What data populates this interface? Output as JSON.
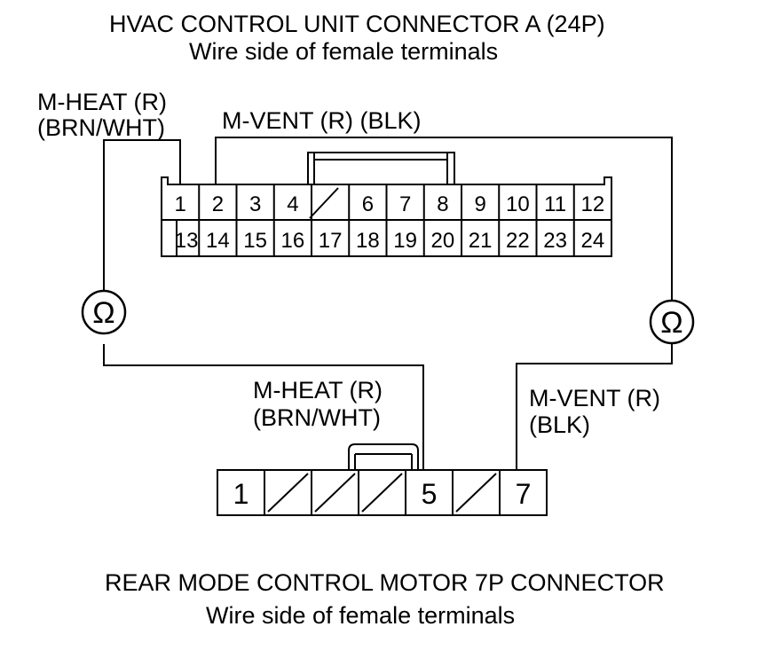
{
  "hvac_connector": {
    "title": "HVAC CONTROL UNIT CONNECTOR A (24P)",
    "subtitle": "Wire side of female terminals",
    "top_row": [
      "1",
      "2",
      "3",
      "4",
      "",
      "6",
      "7",
      "8",
      "9",
      "10",
      "11",
      "12"
    ],
    "bottom_row": [
      "13",
      "14",
      "15",
      "16",
      "17",
      "18",
      "19",
      "20",
      "21",
      "22",
      "23",
      "24"
    ]
  },
  "motor_connector": {
    "title": "REAR MODE CONTROL MOTOR 7P CONNECTOR",
    "subtitle": "Wire side of female terminals",
    "cells": [
      "1",
      "",
      "",
      "",
      "5",
      "",
      "7"
    ]
  },
  "wires": {
    "heat_top_line1": "M-HEAT (R)",
    "heat_top_line2": "(BRN/WHT)",
    "vent_top": "M-VENT (R) (BLK)",
    "heat_bottom_line1": "M-HEAT (R)",
    "heat_bottom_line2": "(BRN/WHT)",
    "vent_bottom_line1": "M-VENT (R)",
    "vent_bottom_line2": "(BLK)"
  },
  "meters": {
    "symbol": "Ω",
    "icon": "ohmmeter-icon"
  }
}
